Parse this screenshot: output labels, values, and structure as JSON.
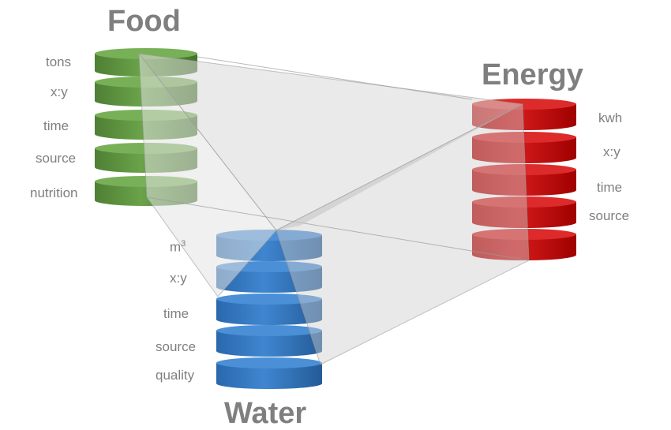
{
  "colors": {
    "food": "#5a8f3c",
    "energy": "#c00000",
    "water": "#2f75c0",
    "text": "#7f7f7f"
  },
  "food": {
    "title": "Food",
    "layers": [
      "tons",
      "x:y",
      "time",
      "source",
      "nutrition"
    ]
  },
  "energy": {
    "title": "Energy",
    "layers": [
      "kwh",
      "x:y",
      "time",
      "source"
    ]
  },
  "water": {
    "title": "Water",
    "unit_base": "m",
    "unit_exp": "3",
    "layers": [
      "x:y",
      "time",
      "source",
      "quality"
    ]
  }
}
